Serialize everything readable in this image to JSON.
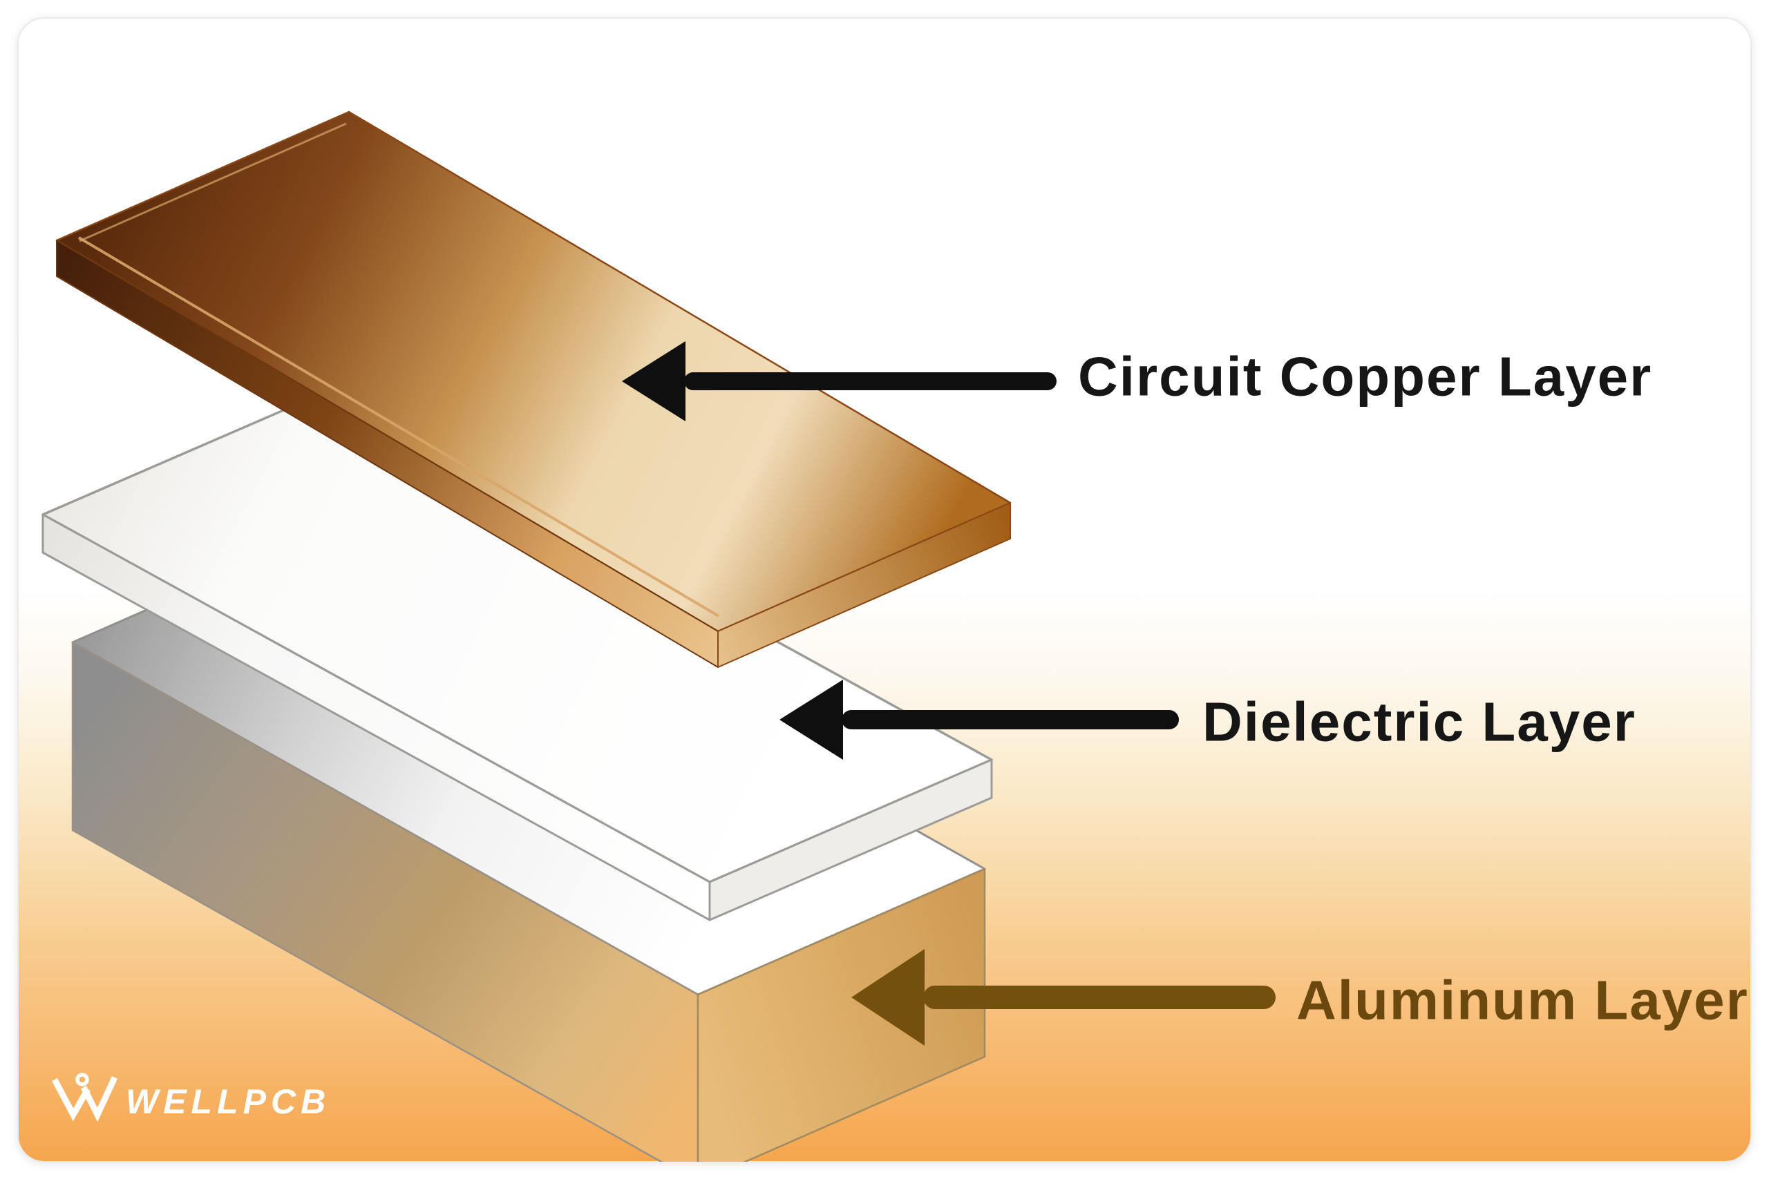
{
  "figure": {
    "kind": "exploded-layer-diagram",
    "callouts": [
      {
        "id": "copper",
        "label": "Circuit Copper Layer",
        "text_color": "#161616",
        "arrow_color": "#0f0f0f"
      },
      {
        "id": "dielectric",
        "label": "Dielectric Layer",
        "text_color": "#161616",
        "arrow_color": "#0f0f0f"
      },
      {
        "id": "aluminum",
        "label": "Aluminum Layer",
        "text_color": "#6b480e",
        "arrow_color": "#74500f"
      }
    ]
  },
  "watermark": {
    "brand": "WELLPCB",
    "color": "#ffffff"
  },
  "palette": {
    "page_background": "#ffffff",
    "card_top": "#ffffff",
    "card_bottom_orange": "#f5a64d",
    "copper_dark": "#5a2a0c",
    "copper_light": "#eed7ae",
    "copper_outline": "#8a4716",
    "dielectric_fill": "#ffffff",
    "dielectric_outline": "#9b9b98",
    "aluminum_gray": "#999999",
    "aluminum_tan": "#bd9c6a",
    "aluminum_outline": "#8f8f8f"
  }
}
